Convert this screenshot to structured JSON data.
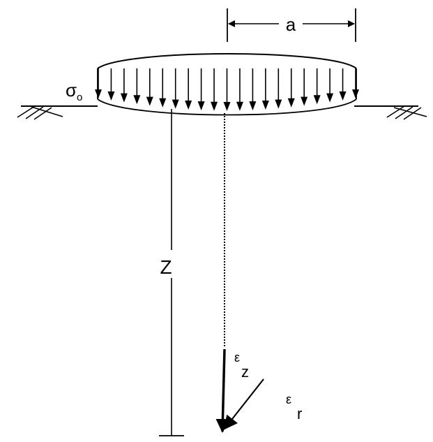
{
  "diagram": {
    "dim_a": "a",
    "sigma_symbol": "σ",
    "sigma_subscript": "o",
    "depth_label": "Z",
    "epsilon_symbol": "ε",
    "ez_subscript": "z",
    "er_subscript": "r"
  },
  "style": {
    "ink_color": "#000000",
    "background_color": "#ffffff"
  }
}
